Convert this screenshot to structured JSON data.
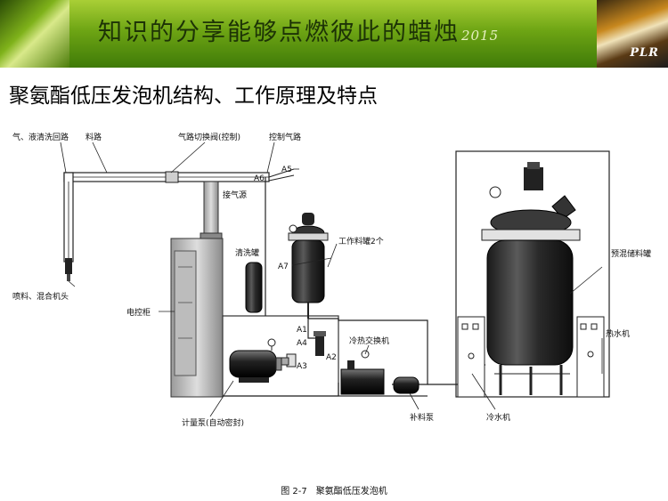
{
  "banner": {
    "title": "知识的分享能够点燃彼此的蜡烛",
    "year": "2015",
    "logo_text": "PLR"
  },
  "page_title": "聚氨酯低压发泡机结构、工作原理及特点",
  "labels": {
    "gas_liquid_line": "气、液清洗回路",
    "material_line": "料路",
    "gas_switch_valve": "气路切换阀(控制)",
    "control_gas_line": "控制气路",
    "a5": "A5",
    "a6": "A6",
    "air_source": "接气源",
    "cleaning_tank": "清洗罐",
    "a7": "A7",
    "work_tank": "工作料罐2个",
    "premix_tank": "预混储料罐",
    "spray_head": "喷料、混合机头",
    "control_cabinet": "电控柜",
    "a1": "A1",
    "a4": "A4",
    "a3": "A3",
    "a2": "A2",
    "cold_heat_exchanger": "冷热交换机",
    "hot_water_machine": "热水机",
    "metering_pump": "计量泵(自动密封)",
    "feed_pump": "补料泵",
    "chiller": "冷水机"
  },
  "caption": "图 2-7　聚氨酯低压发泡机"
}
